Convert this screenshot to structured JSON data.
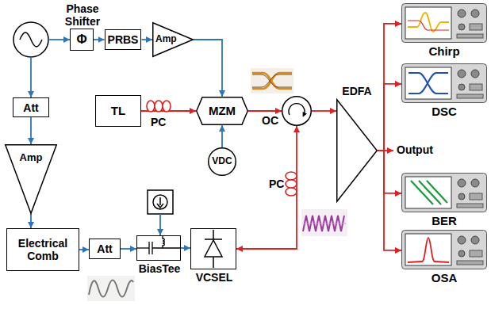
{
  "diagram": {
    "nodes": [
      {
        "text": [
          "Phase Shifter",
          "Φ"
        ]
      },
      {
        "text": [
          "PRBS"
        ]
      },
      {
        "text": [
          "Amp"
        ]
      },
      {
        "text": [
          "TL"
        ]
      },
      {
        "text": [
          "MZM"
        ]
      },
      {
        "text": [
          "VDC"
        ]
      },
      {
        "text": [
          "Att"
        ]
      },
      {
        "text": [
          "Amp"
        ]
      },
      {
        "text": [
          "Electrical Comb"
        ]
      },
      {
        "text": [
          "Att"
        ]
      },
      {
        "text": [
          "BiasTee"
        ]
      },
      {
        "text": [
          "VCSEL"
        ]
      },
      {
        "text": [
          "OC"
        ]
      },
      {
        "text": [
          "EDFA"
        ]
      },
      {
        "text": [
          "Chirp"
        ]
      },
      {
        "text": [
          "DSC"
        ]
      },
      {
        "text": [
          "BER"
        ]
      },
      {
        "text": [
          "OSA"
        ]
      }
    ],
    "edges": [
      {
        "from": 0,
        "to": 1,
        "arrow": "to"
      },
      {
        "from": 1,
        "to": 2,
        "arrow": "to"
      },
      {
        "from": 2,
        "to": 4,
        "arrow": "to"
      },
      {
        "from": 3,
        "to": 4,
        "arrow": "to"
      },
      {
        "from": 5,
        "to": 4,
        "arrow": "to"
      },
      {
        "from": 6,
        "to": 7,
        "arrow": "to"
      },
      {
        "from": 7,
        "to": 8,
        "arrow": "to"
      },
      {
        "from": 8,
        "to": 9,
        "arrow": "to"
      },
      {
        "from": 9,
        "to": 10,
        "arrow": "to"
      },
      {
        "from": 10,
        "to": 11,
        "arrow": "to"
      },
      {
        "from": 4,
        "to": 12,
        "arrow": "to"
      },
      {
        "from": 12,
        "to": 11,
        "arrow": "both"
      },
      {
        "from": 12,
        "to": 13,
        "arrow": "to"
      },
      {
        "from": 13,
        "to": 14,
        "arrow": "to"
      },
      {
        "from": 13,
        "to": 15,
        "arrow": "to"
      },
      {
        "from": 13,
        "to": 16,
        "arrow": "to"
      },
      {
        "from": 13,
        "to": 17,
        "arrow": "to"
      }
    ],
    "labels": [
      "PC",
      "PC",
      "Output"
    ]
  }
}
